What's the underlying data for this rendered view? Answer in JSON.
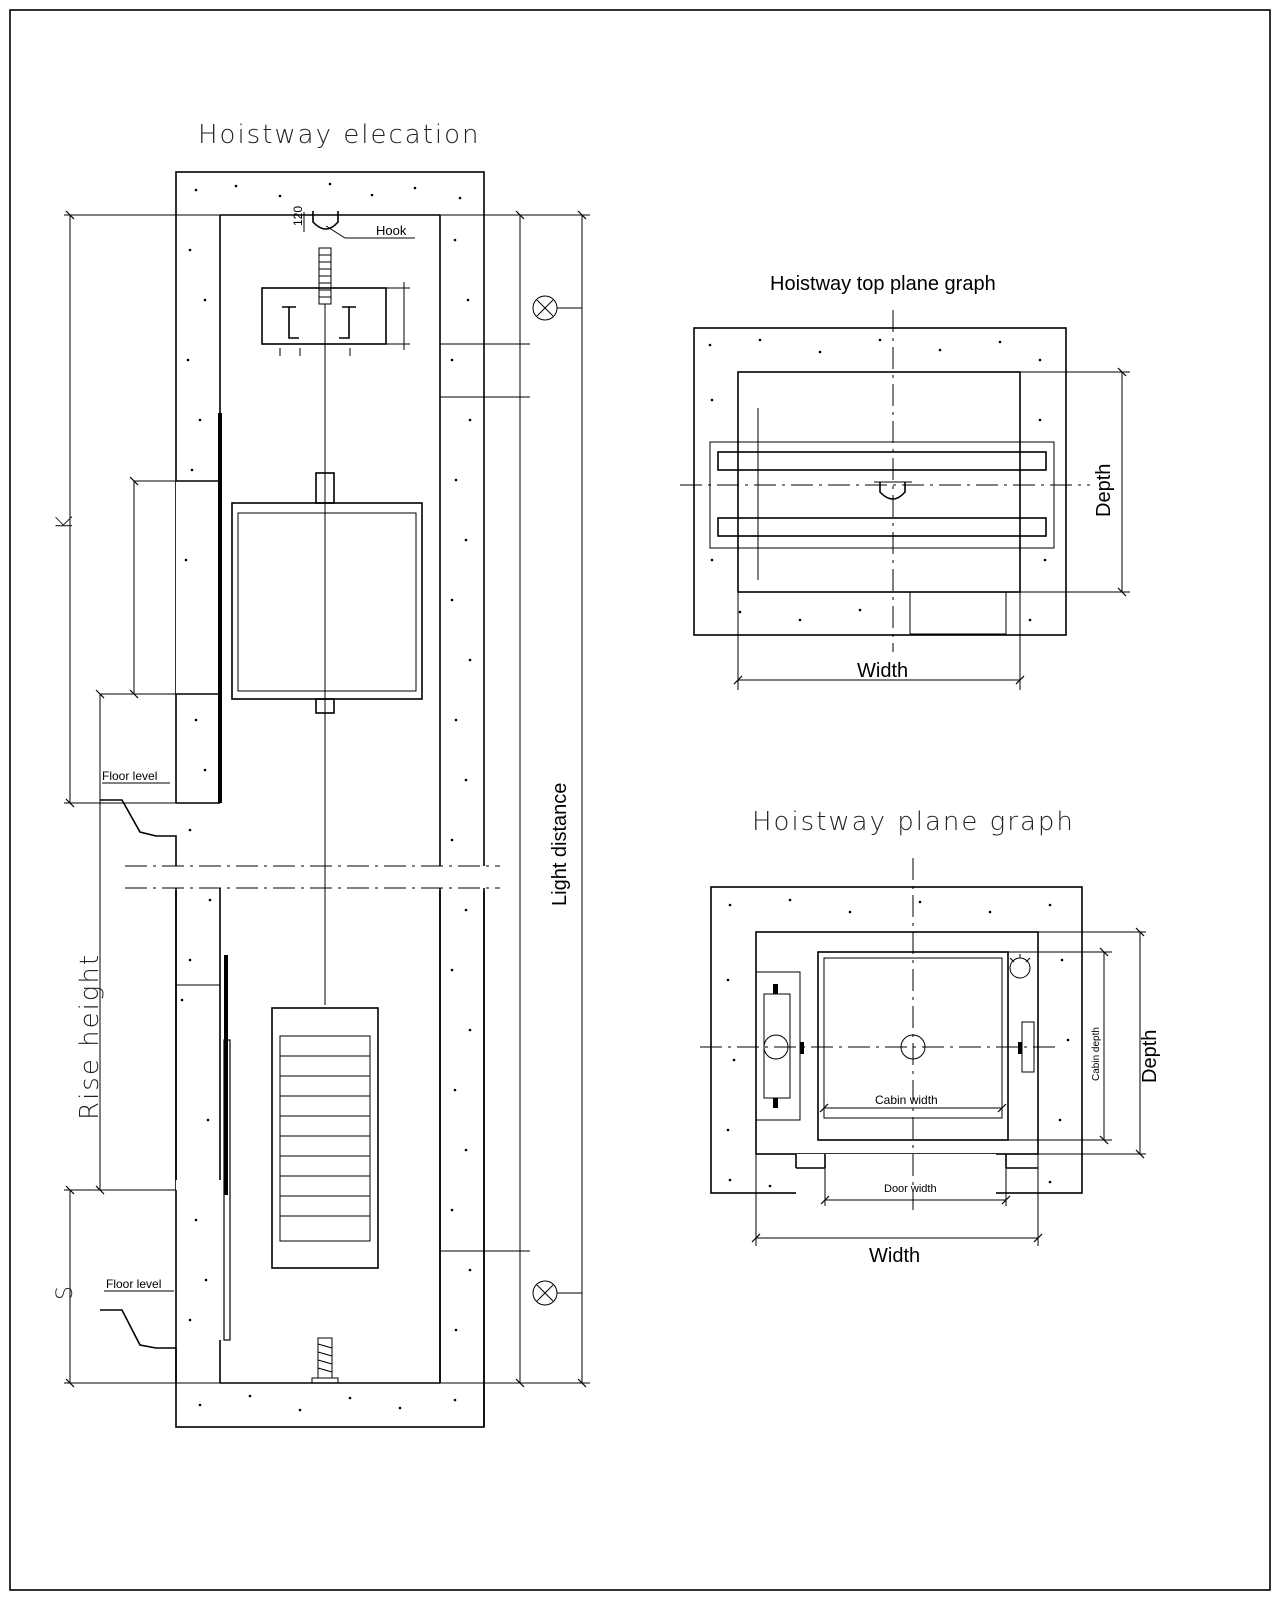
{
  "elevation": {
    "title": "Hoistway elecation",
    "hook_label": "Hook",
    "hook_dim": "120",
    "k_label": "K",
    "floor_level_upper": "Floor level",
    "floor_level_lower": "Floor level",
    "rise_height_label": "Rise height",
    "s_label": "S",
    "light_distance_label": "Light distance"
  },
  "top_plane": {
    "title": "Hoistway top plane graph",
    "depth_label": "Depth",
    "width_label": "Width"
  },
  "plane": {
    "title": "Hoistway plane graph",
    "cabin_width_label": "Cabin width",
    "cabin_depth_label": "Cabin depth",
    "door_width_label": "Door width",
    "depth_label": "Depth",
    "width_label": "Width"
  }
}
